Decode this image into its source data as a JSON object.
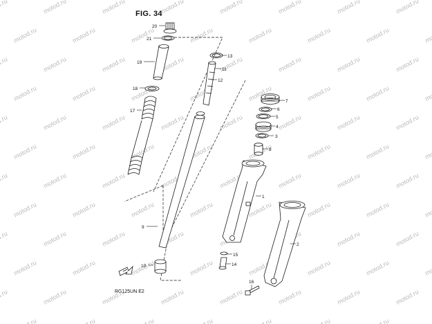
{
  "figure": {
    "title": "FIG. 34",
    "model_code": "RG125UN  E2",
    "watermark": "motod.ru"
  },
  "callouts": [
    "1",
    "2",
    "3",
    "4",
    "5",
    "6",
    "7",
    "8",
    "9",
    "10",
    "11",
    "12",
    "13",
    "14",
    "15",
    "16",
    "17",
    "18",
    "19",
    "20",
    "21"
  ],
  "colors": {
    "line": "#1a1a1a",
    "watermark": "#b9b9b9",
    "background": "#ffffff"
  }
}
